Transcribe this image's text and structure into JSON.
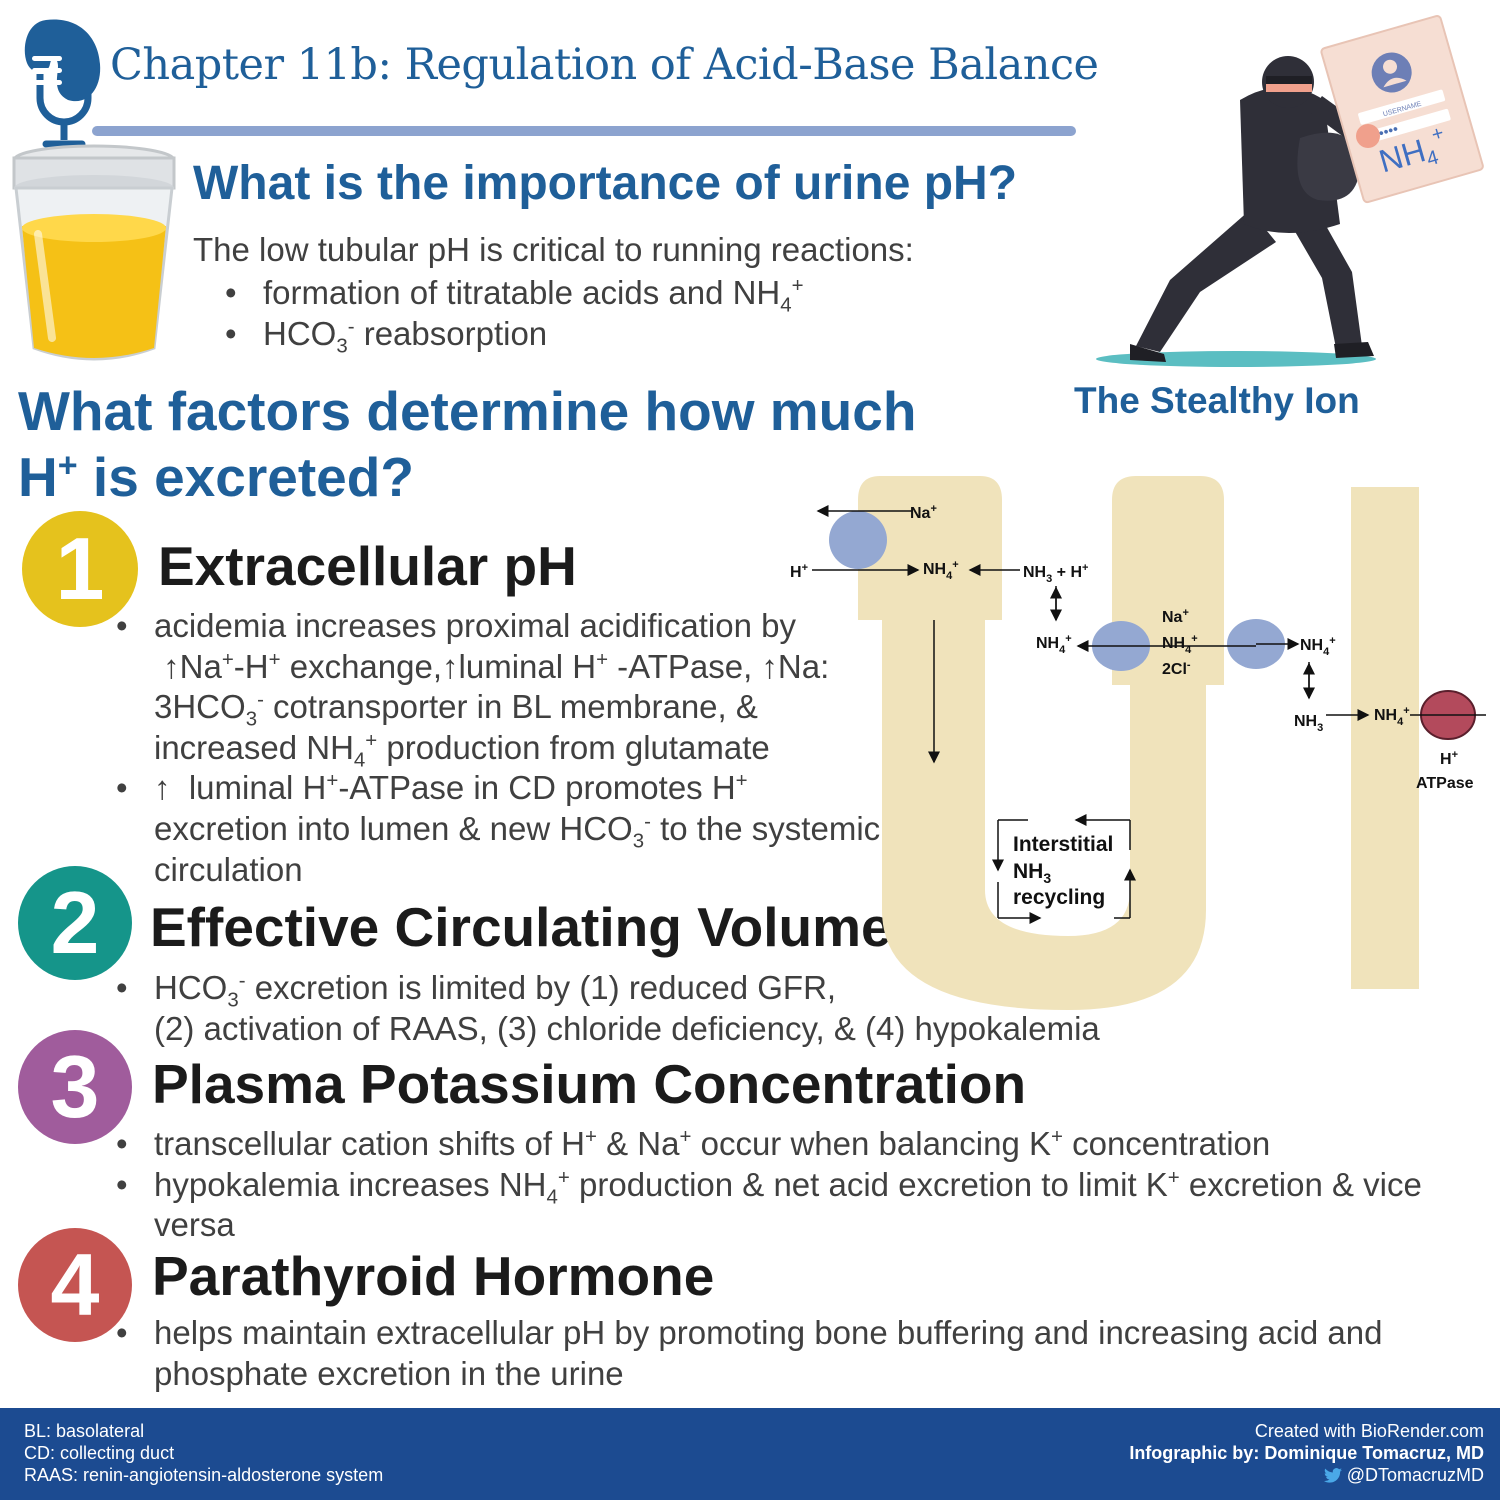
{
  "header": {
    "chapter_title": "Chapter 11b: Regulation of Acid-Base Balance"
  },
  "q1": {
    "heading": "What is the importance of urine pH?",
    "intro": "The low tubular pH is critical to running reactions:",
    "bullets": [
      "formation of titratable acids and NH4+",
      "HCO3- reabsorption"
    ]
  },
  "thief": {
    "card_label": "NH4+",
    "card_username": "USERNAME",
    "caption": "The Stealthy Ion"
  },
  "q2": {
    "heading": "What factors determine how much H+ is excreted?"
  },
  "factors": [
    {
      "number": "1",
      "color": "#e5c21d",
      "title": "Extracellular pH",
      "bullets": [
        "acidemia increases proximal acidification by ↑Na+-H+ exchange,↑luminal H+ -ATPase, ↑Na: 3HCO3- cotransporter in BL membrane, & increased NH4+ production from glutamate",
        "↑ luminal H+-ATPase in CD promotes H+ excretion into lumen & new HCO3- to the systemic circulation"
      ]
    },
    {
      "number": "2",
      "color": "#15958a",
      "title": "Effective Circulating Volume",
      "bullets": [
        "HCO3- excretion is limited by (1) reduced GFR, (2) activation of RAAS, (3) chloride deficiency, & (4) hypokalemia"
      ]
    },
    {
      "number": "3",
      "color": "#a05c9c",
      "title": "Plasma Potassium Concentration",
      "bullets": [
        "transcellular cation shifts of H+ & Na+ occur when balancing K+ concentration",
        "hypokalemia increases NH4+ production & net acid excretion to limit K+ excretion & vice versa"
      ]
    },
    {
      "number": "4",
      "color": "#c55552",
      "title": "Parathyroid Hormone",
      "bullets": [
        "helps maintain extracellular pH by promoting bone buffering and increasing acid and phosphate excretion in the urine"
      ]
    }
  ],
  "diagram": {
    "labels": {
      "na_top": "Na+",
      "h_left": "H+",
      "nh4_top": "NH4+",
      "nh3_h": "NH3 + H+",
      "nh4_mid_left": "NH4+",
      "na_mid": "Na+",
      "nh4_mid": "NH4+",
      "cl_mid": "2Cl-",
      "nh4_mid_right": "NH4+",
      "nh3_right": "NH3",
      "nh4_right": "NH4+",
      "h_atpase_1": "H+",
      "h_atpase_2": "ATPase",
      "recycling_1": "Interstitial",
      "recycling_2": "NH3",
      "recycling_3": "recycling"
    },
    "colors": {
      "tubule": "#f0e3bb",
      "transporter": "#94a8d2",
      "atpase": "#b34a5c"
    }
  },
  "footer": {
    "abbreviations": [
      "BL: basolateral",
      "CD: collecting duct",
      "RAAS:  renin-angiotensin-aldosterone system"
    ],
    "created_with": "Created with BioRender.com",
    "author": "Infographic by: Dominique Tomacruz, MD",
    "handle": "@DTomacruzMD"
  }
}
